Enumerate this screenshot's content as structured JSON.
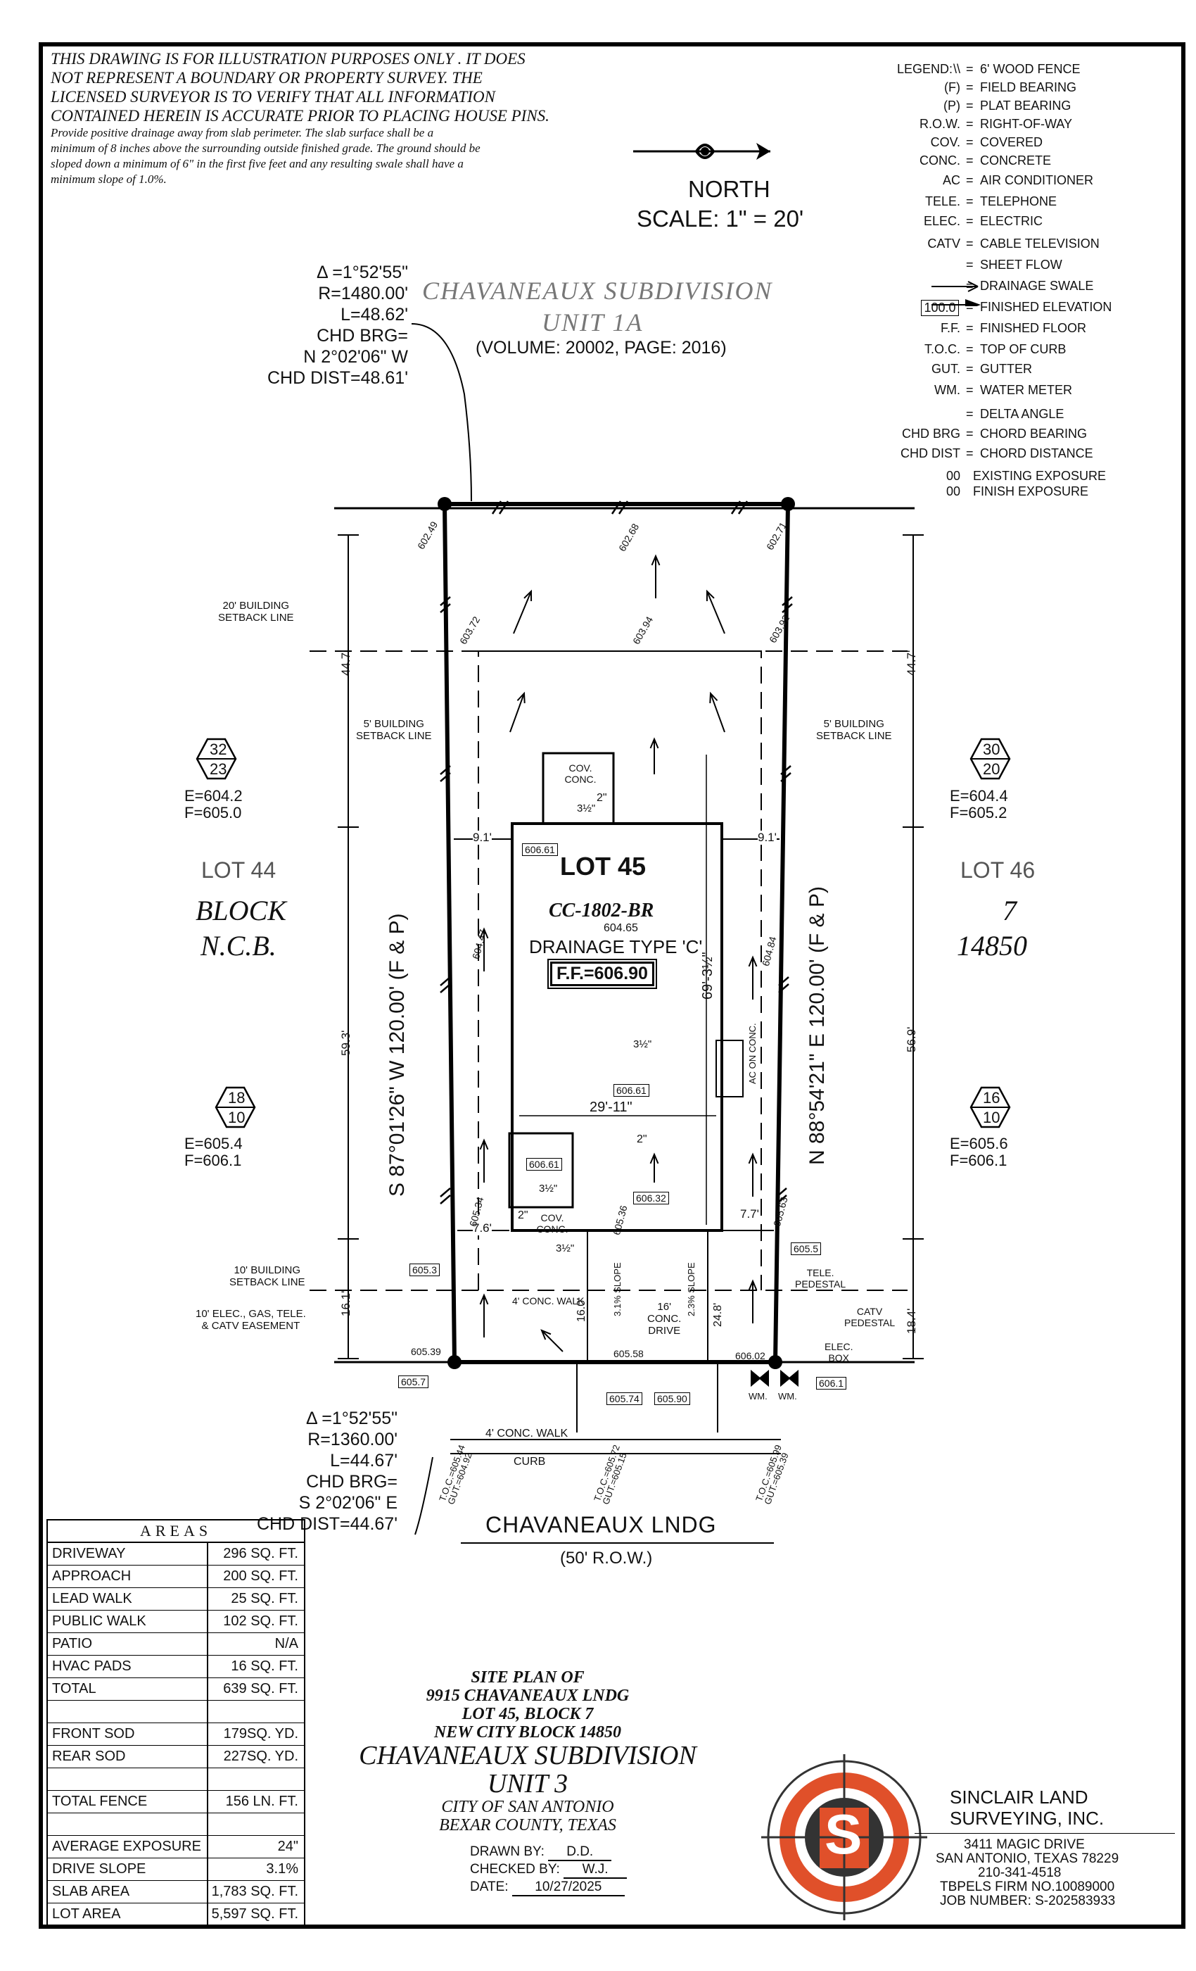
{
  "disclaimer": {
    "line1": "THIS DRAWING IS FOR ILLUSTRATION PURPOSES ONLY . IT DOES",
    "line2": "NOT REPRESENT A BOUNDARY OR PROPERTY SURVEY. THE",
    "line3": "LICENSED SURVEYOR IS TO VERIFY THAT ALL INFORMATION",
    "line4": "CONTAINED HEREIN IS ACCURATE PRIOR TO PLACING HOUSE PINS.",
    "line5": "Provide positive drainage away from slab perimeter. The slab surface shall be a",
    "line6": "minimum of 8 inches above the surrounding outside finished grade. The ground should be",
    "line7": "sloped down a minimum of 6\" in the first five feet and any resulting swale shall have a",
    "line8": "minimum slope of 1.0%."
  },
  "north": {
    "label": "NORTH",
    "scale": "SCALE:  1\"  =  20'"
  },
  "legend": {
    "title": "LEGEND:",
    "rows": [
      {
        "abbr": "\\\\",
        "desc": "6' WOOD FENCE"
      },
      {
        "abbr": "(F)",
        "desc": "FIELD BEARING"
      },
      {
        "abbr": "(P)",
        "desc": "PLAT BEARING"
      },
      {
        "abbr": "R.O.W.",
        "desc": "RIGHT-OF-WAY"
      },
      {
        "abbr": "COV.",
        "desc": "COVERED"
      },
      {
        "abbr": "CONC.",
        "desc": "CONCRETE"
      },
      {
        "abbr": "AC",
        "desc": "AIR CONDITIONER"
      },
      {
        "abbr": "TELE.",
        "desc": "TELEPHONE"
      },
      {
        "abbr": "ELEC.",
        "desc": "ELECTRIC"
      },
      {
        "abbr": "CATV",
        "desc": "CABLE TELEVISION"
      },
      {
        "abbr": "",
        "desc": "SHEET FLOW"
      },
      {
        "abbr": "",
        "desc": "DRAINAGE SWALE"
      },
      {
        "abbr": "100.0",
        "desc": "FINISHED ELEVATION"
      },
      {
        "abbr": "F.F.",
        "desc": "FINISHED FLOOR"
      },
      {
        "abbr": "T.O.C.",
        "desc": "TOP OF CURB"
      },
      {
        "abbr": "GUT.",
        "desc": "GUTTER"
      },
      {
        "abbr": "WM.",
        "desc": "WATER METER"
      },
      {
        "abbr": "",
        "desc": "DELTA ANGLE"
      },
      {
        "abbr": "CHD BRG",
        "desc": "CHORD BEARING"
      },
      {
        "abbr": "CHD DIST",
        "desc": "CHORD DISTANCE"
      },
      {
        "abbr": "00",
        "desc": "EXISTING EXPOSURE"
      },
      {
        "abbr": "00",
        "desc": "FINISH EXPOSURE"
      }
    ]
  },
  "top_curve": {
    "delta": "Δ =1°52'55\"",
    "radius": "R=1480.00'",
    "length": "L=48.62'",
    "chd_brg": "CHD BRG=",
    "chd_brg_val": "N 2°02'06\" W",
    "chd_dist": "CHD DIST=48.61'"
  },
  "bottom_curve": {
    "delta": "Δ =1°52'55\"",
    "radius": "R=1360.00'",
    "length": "L=44.67'",
    "chd_brg": "CHD BRG=",
    "chd_brg_val": "S 2°02'06\" E",
    "chd_dist": "CHD DIST=44.67'"
  },
  "subdivision_top": {
    "name": "CHAVANEAUX  SUBDIVISION",
    "unit": "UNIT  1A",
    "volume": "(VOLUME:  20002,  PAGE:  2016)"
  },
  "lot": {
    "name": "LOT 45",
    "plan": "CC-1802-BR",
    "elev_center": "604.65",
    "drainage": "DRAINAGE TYPE 'C'",
    "ff": "F.F.=606.90",
    "dim_depth": "69'-3½\"",
    "dim_width": "29'-11\"",
    "ac": "AC ON CONC.",
    "cov_conc_top": "COV. CONC.",
    "cov_conc_bot": "COV. CONC.",
    "slope_top": "2\"",
    "slope_mid": "2\"",
    "slope_bot": "2\"",
    "slope_step1": "3½\"",
    "slope_step2": "3½\"",
    "slope_step3": "3½\"",
    "slope_step4": "3½\""
  },
  "neighbors": {
    "left_lot": "LOT 44",
    "left_block": "BLOCK",
    "left_ncb": "N.C.B.",
    "right_lot": "LOT 46",
    "right_block": "7",
    "right_ncb": "14850"
  },
  "bearings": {
    "left": "S 87°01'26\"  W  120.00'  (F & P)",
    "right": "N 88°54'21\"  E  120.00'  (F & P)"
  },
  "dims": {
    "left_top": "44.7'",
    "left_mid": "59.3'",
    "left_bot": "16.1'",
    "right_top": "44.7'",
    "right_mid": "56.9'",
    "right_bot": "18.4'",
    "side_left": "9.1'",
    "side_right": "9.1'",
    "rear_left": "7.6'",
    "rear_right": "7.7'",
    "drive": "16.0'",
    "walk_dim": "24.8'"
  },
  "setbacks": {
    "rear20_a": "20' BUILDING",
    "rear20_b": "SETBACK LINE",
    "side5l_a": "5' BUILDING",
    "side5l_b": "SETBACK LINE",
    "side5r_a": "5' BUILDING",
    "side5r_b": "SETBACK LINE",
    "front10_a": "10' BUILDING",
    "front10_b": "SETBACK LINE",
    "easement_a": "10' ELEC., GAS, TELE.",
    "easement_b": "& CATV EASEMENT"
  },
  "exposures": {
    "tl_top": "32",
    "tl_bot": "23",
    "tl_e": "E=604.2",
    "tl_f": "F=605.0",
    "tr_top": "30",
    "tr_bot": "20",
    "tr_e": "E=604.4",
    "tr_f": "F=605.2",
    "bl_top": "18",
    "bl_bot": "10",
    "bl_e": "E=605.4",
    "bl_f": "F=606.1",
    "br_top": "16",
    "br_bot": "10",
    "br_e": "E=605.6",
    "br_f": "F=606.1"
  },
  "elevations": {
    "c_tl": "602.49",
    "c_tm": "602.68",
    "c_tr": "602.71",
    "e_l1": "603.72",
    "e_m1": "603.94",
    "e_r1": "603.92",
    "box_tl": "606.61",
    "e_l2": "604.47",
    "e_r2": "604.84",
    "box_mid": "606.61",
    "box_bl": "606.61",
    "box_br": "606.32",
    "e_l3": "605.34",
    "e_m3": "605.36",
    "e_r3": "605.63",
    "box_l": "605.3",
    "box_r": "605.5",
    "c_bl": "605.39",
    "c_bm": "605.58",
    "c_br": "606.02",
    "box_c1": "605.7",
    "box_c2": "605.74",
    "box_c3": "605.90",
    "box_c4": "606.1",
    "toc1": "T.O.C.=",
    "toc1v": "605.44",
    "gut1": "GUT.=",
    "gut1v": "604.92",
    "toc2": "T.O.C.=",
    "toc2v": "605.72",
    "gut2": "GUT.=",
    "gut2v": "605.15",
    "toc3": "T.O.C.=",
    "toc3v": "605.99",
    "gut3": "GUT.=",
    "gut3v": "605.39"
  },
  "site_labels": {
    "conc_walk": "CONC. WALK",
    "conc_walk_prefix": "4'",
    "drive_a": "16'",
    "drive_b": "CONC.",
    "drive_c": "DRIVE",
    "slope1_a": "3.1%",
    "slope1_b": "SLOPE",
    "slope2_a": "2.3%",
    "slope2_b": "SLOPE",
    "tele_a": "TELE.",
    "tele_b": "PEDESTAL",
    "catv_a": "CATV",
    "catv_b": "PEDESTAL",
    "elec_a": "ELEC.",
    "elec_b": "BOX",
    "wm1": "WM.",
    "wm2": "WM.",
    "public_walk": "4' CONC. WALK",
    "curb": "CURB"
  },
  "street": {
    "name": "CHAVANEAUX  LNDG",
    "row": "(50' R.O.W.)"
  },
  "areas": {
    "title": "AREAS",
    "rows": [
      {
        "k": "DRIVEWAY",
        "v": "296 SQ. FT."
      },
      {
        "k": "APPROACH",
        "v": "200 SQ. FT."
      },
      {
        "k": "LEAD WALK",
        "v": "25 SQ. FT."
      },
      {
        "k": "PUBLIC WALK",
        "v": "102 SQ. FT."
      },
      {
        "k": "PATIO",
        "v": "N/A"
      },
      {
        "k": "HVAC PADS",
        "v": "16 SQ. FT."
      },
      {
        "k": "TOTAL",
        "v": "639 SQ. FT."
      },
      {
        "k": "",
        "v": ""
      },
      {
        "k": "FRONT SOD",
        "v": "179SQ. YD."
      },
      {
        "k": "REAR SOD",
        "v": "227SQ. YD."
      },
      {
        "k": "",
        "v": ""
      },
      {
        "k": "TOTAL FENCE",
        "v": "156 LN. FT."
      },
      {
        "k": "",
        "v": ""
      },
      {
        "k": "AVERAGE EXPOSURE",
        "v": "24\""
      },
      {
        "k": "DRIVE SLOPE",
        "v": "3.1%"
      },
      {
        "k": "SLAB AREA",
        "v": "1,783 SQ. FT."
      },
      {
        "k": "LOT AREA",
        "v": "5,597 SQ. FT."
      }
    ]
  },
  "title_block": {
    "l1": "SITE  PLAN  OF",
    "l2": "9915  CHAVANEAUX  LNDG",
    "l3": "LOT  45,  BLOCK  7",
    "l4": "NEW  CITY  BLOCK  14850",
    "l5": "CHAVANEAUX  SUBDIVISION",
    "l6": "UNIT  3",
    "l7": "CITY  OF  SAN  ANTONIO",
    "l8": "BEXAR  COUNTY,  TEXAS",
    "drawn_label": "DRAWN  BY:",
    "drawn": "D.D.",
    "checked_label": "CHECKED  BY:",
    "checked": "W.J.",
    "date_label": "DATE:",
    "date": "10/27/2025"
  },
  "company": {
    "name1": "SINCLAIR  LAND",
    "name2": "SURVEYING,  INC.",
    "addr1": "3411  MAGIC  DRIVE",
    "addr2": "SAN  ANTONIO,  TEXAS  78229",
    "phone": "210-341-4518",
    "firm": "TBPELS  FIRM  NO.10089000",
    "job": "JOB  NUMBER:  S-202583933",
    "logo_letter": "S"
  },
  "colors": {
    "logo_orange": "#e0502a",
    "logo_dark": "#333333",
    "subdiv_gray": "#777777"
  }
}
